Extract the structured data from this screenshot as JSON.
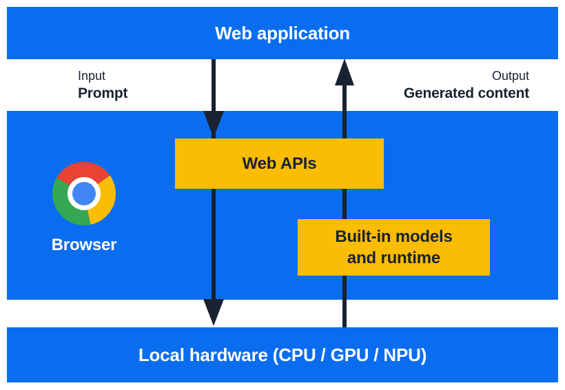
{
  "colors": {
    "blue": "#0a6def",
    "yellow": "#fbbc04",
    "dark": "#182231",
    "white-text": "#ffffff",
    "chrome-red": "#ea4335",
    "chrome-yellow": "#fbbc04",
    "chrome-green": "#34a853",
    "chrome-blue": "#4285f4"
  },
  "layers": {
    "web_application": "Web application",
    "local_hardware": "Local hardware (CPU / GPU / NPU)"
  },
  "flow": {
    "input": {
      "title": "Input",
      "value": "Prompt"
    },
    "output": {
      "title": "Output",
      "value": "Generated content"
    }
  },
  "browser": {
    "label": "Browser",
    "logo": "chrome-logo-icon"
  },
  "boxes": {
    "web_apis": "Web APIs",
    "builtin_models": {
      "line1": "Built-in models",
      "line2": "and runtime"
    }
  },
  "arrows": {
    "down": "input-flow-arrow",
    "up": "output-flow-arrow"
  }
}
